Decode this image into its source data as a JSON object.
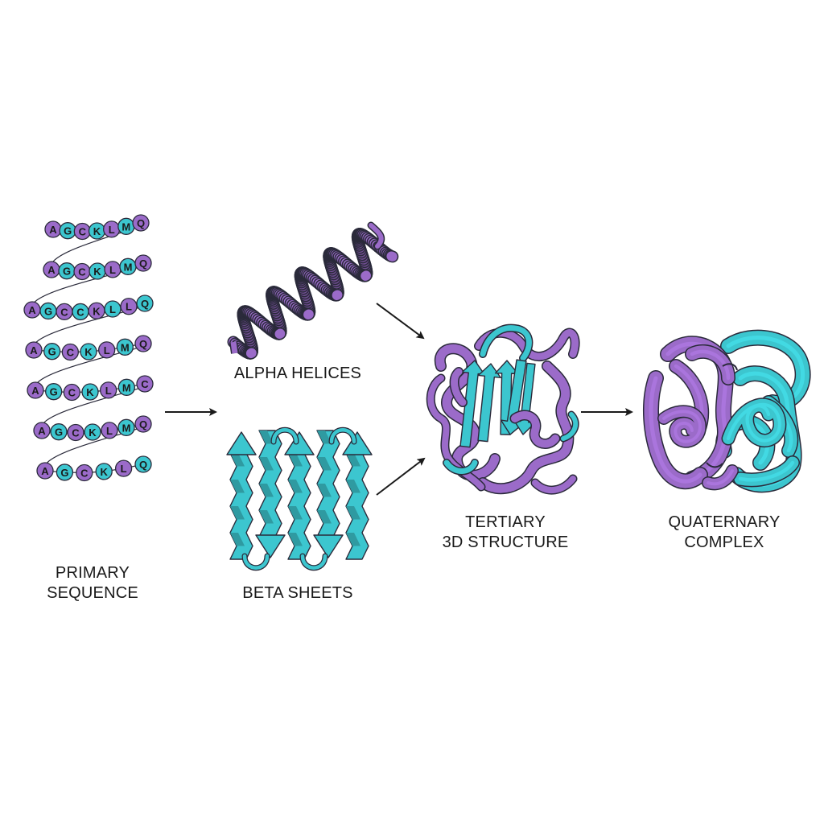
{
  "labels": {
    "primary": [
      "PRIMARY",
      "SEQUENCE"
    ],
    "alpha": "ALPHA HELICES",
    "beta": "BETA SHEETS",
    "tertiary": [
      "TERTIARY",
      "3D STRUCTURE"
    ],
    "quaternary": [
      "QUATERNARY",
      "COMPLEX"
    ]
  },
  "sequence_rows": [
    [
      "A",
      "G",
      "C",
      "K",
      "L",
      "M",
      "Q"
    ],
    [
      "A",
      "G",
      "C",
      "K",
      "L",
      "M",
      "Q"
    ],
    [
      "A",
      "G",
      "C",
      "C",
      "K",
      "L",
      "L",
      "Q"
    ],
    [
      "A",
      "G",
      "C",
      "K",
      "L",
      "M",
      "Q"
    ],
    [
      "A",
      "G",
      "C",
      "K",
      "L",
      "M",
      "C"
    ],
    [
      "A",
      "G",
      "C",
      "K",
      "L",
      "M",
      "Q"
    ],
    [
      "A",
      "G",
      "C",
      "K",
      "L",
      "Q"
    ]
  ],
  "colors": {
    "purple": "#9b6bc9",
    "teal": "#3cc6cf",
    "outline": "#2a2a3a",
    "arrow": "#1a1a1a"
  }
}
